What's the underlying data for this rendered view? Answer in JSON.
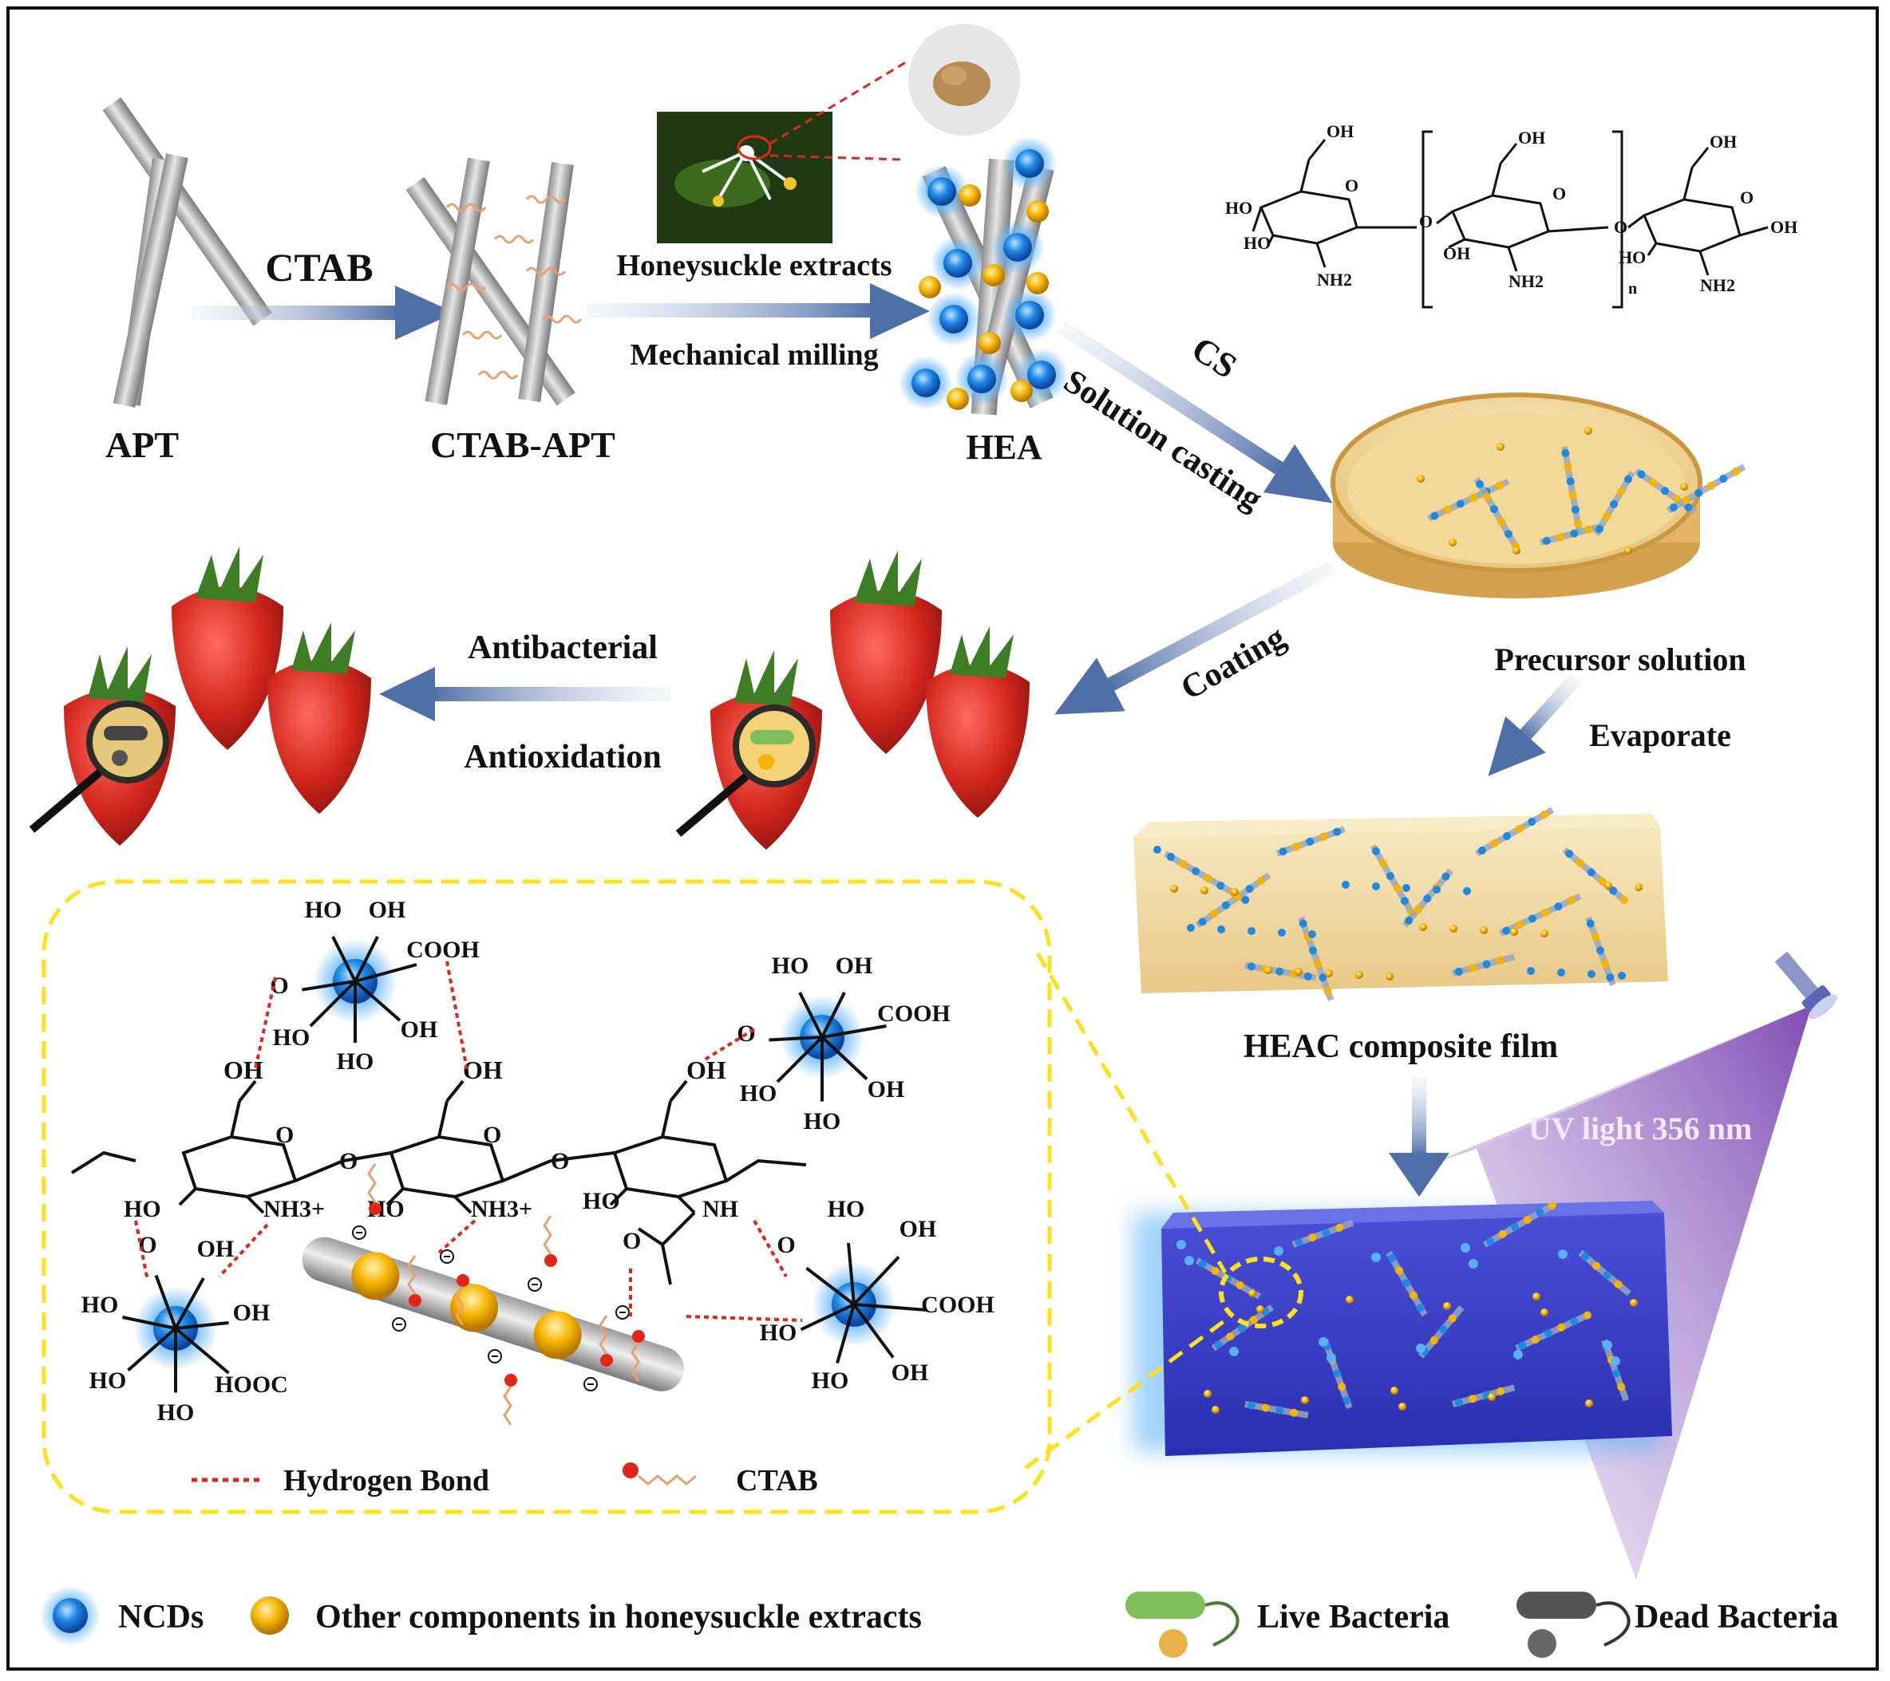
{
  "labels": {
    "apt": "APT",
    "ctab_step": "CTAB",
    "ctab_apt": "CTAB-APT",
    "honeysuckle_extracts": "Honeysuckle extracts",
    "mechanical_milling": "Mechanical milling",
    "hea": "HEA",
    "cs": "CS",
    "solution_casting": "Solution casting",
    "precursor_solution": "Precursor solution",
    "evaporate": "Evaporate",
    "heac_film": "HEAC composite film",
    "uv_light": "UV light 356 nm",
    "coating": "Coating",
    "antibacterial": "Antibacterial",
    "antioxidation": "Antioxidation"
  },
  "chitosan_structure": {
    "oh": "OH",
    "ho": "HO",
    "o": "O",
    "nh2": "NH2",
    "n": "n"
  },
  "interaction_panel": {
    "nh3": "NH3+",
    "nh": "NH",
    "oh": "OH",
    "ho": "HO",
    "cooh": "COOH",
    "hooc": "HOOC",
    "o": "O",
    "legend_hbond": "Hydrogen Bond",
    "legend_ctab": "CTAB"
  },
  "legend": {
    "ncds": "NCDs",
    "other_components": "Other components in honeysuckle extracts",
    "live_bacteria": "Live Bacteria",
    "dead_bacteria": "Dead Bacteria"
  },
  "colors": {
    "ncd_blue": "#1e88e5",
    "ncd_glow": "#64b5f6",
    "other_gold": "#f5b400",
    "arrow_blue": "#5b7bb0",
    "hbond_red": "#e0261b",
    "ctab_orange": "#e8a070",
    "dashed_yellow": "#ffe11a",
    "uv_purple": "#7a3fb0",
    "film_tan": "#f0d99c",
    "film_blue": "#3c3fd0"
  }
}
